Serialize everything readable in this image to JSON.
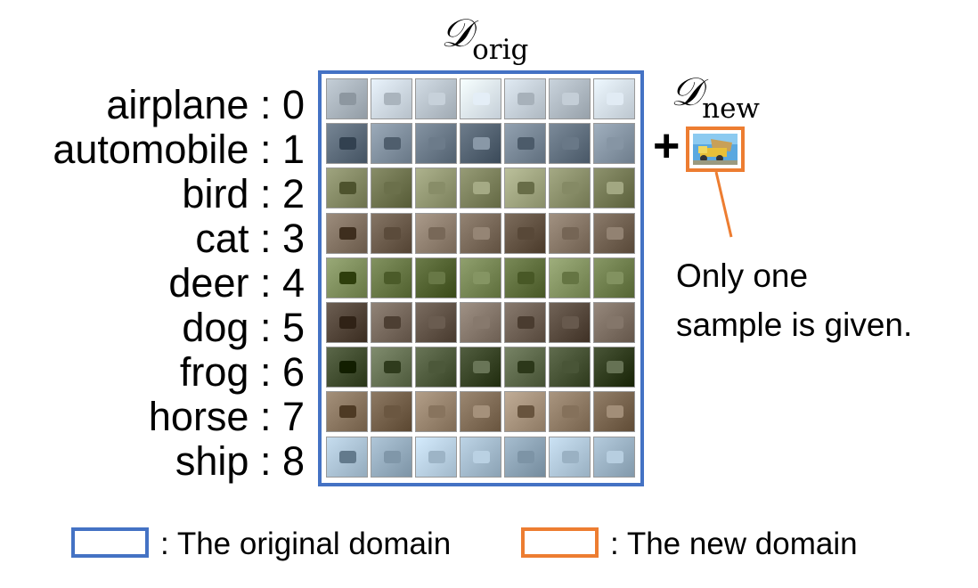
{
  "class_labels": [
    "airplane : 0",
    "automobile : 1",
    "bird : 2",
    "cat : 3",
    "deer : 4",
    "dog : 5",
    "frog : 6",
    "horse : 7",
    "ship : 8"
  ],
  "orig_label": {
    "symbol": "𝒟",
    "subscript": "orig"
  },
  "new_label": {
    "symbol": "𝒟",
    "subscript": "new"
  },
  "plus_sign": "+",
  "callout": {
    "line1": "Only one",
    "line2": "sample is given."
  },
  "legend": {
    "original": ":  The original domain",
    "new": ":  The new domain"
  },
  "colors": {
    "original_domain": "#4472c4",
    "new_domain": "#ed7d31",
    "row_tints": [
      "#c9d3dc",
      "#6e7d8c",
      "#8a8f6a",
      "#7a6a5a",
      "#6a7a48",
      "#6c5e52",
      "#4e5a3c",
      "#8a7660",
      "#9fb6c8"
    ]
  },
  "grid": {
    "rows": 9,
    "columns": 7,
    "new_sample_icon": "truck-photo"
  }
}
